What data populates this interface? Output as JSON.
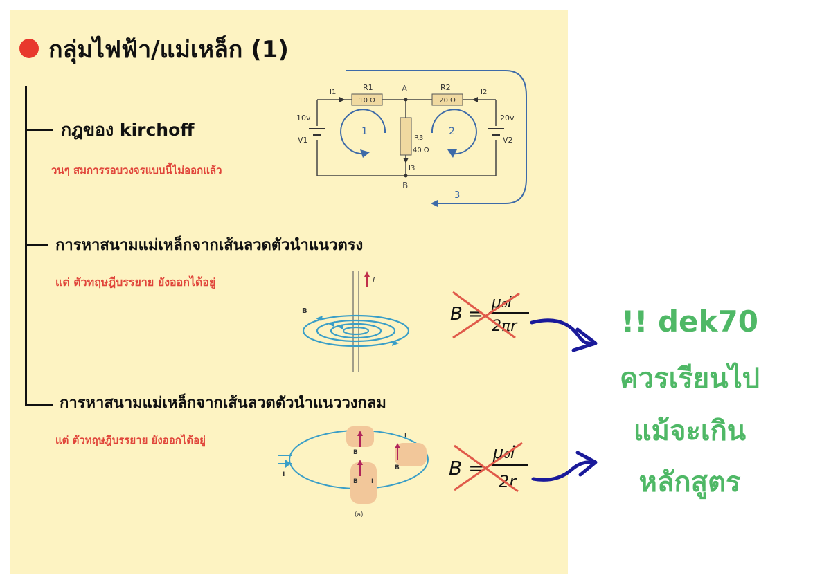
{
  "title": "กลุ่มไฟฟ้า/แม่เหล็ก (1)",
  "sections": [
    {
      "heading": "กฎของ kirchoff",
      "note": "วนๆ สมการรอบวงจรแบบนี้ไม่ออกแล้ว"
    },
    {
      "heading": "การหาสนามแม่เหล็กจากเส้นลวดตัวนำแนวตรง",
      "note": "แต่ ตัวทฤษฎีบรรยาย ยังออกได้อยู่"
    },
    {
      "heading": "การหาสนามแม่เหล็กจากเส้นลวดตัวนำแนววงกลม",
      "note": "แต่ ตัวทฤษฎีบรรยาย ยังออกได้อยู่"
    }
  ],
  "circuit": {
    "r1_label": "R1",
    "r1_value": "10 Ω",
    "r2_label": "R2",
    "r2_value": "20 Ω",
    "r3_label": "R3",
    "r3_value": "40 Ω",
    "v1_value": "10v",
    "v1_label": "V1",
    "v2_value": "20v",
    "v2_label": "V2",
    "i1": "I1",
    "i2": "I2",
    "i3": "I3",
    "node_a": "A",
    "node_b": "B",
    "loop1": "1",
    "loop2": "2",
    "loop3": "3"
  },
  "straight_wire": {
    "current_label": "I",
    "field_label": "B"
  },
  "circular_loop": {
    "field_label": "B",
    "current_label": "I",
    "caption": "(a)"
  },
  "formula_straight": {
    "lhs": "B =",
    "numerator": "μ₀i",
    "denominator": "2πr"
  },
  "formula_circle": {
    "lhs": "B =",
    "numerator": "μ₀i",
    "denominator": "2r"
  },
  "side_note": [
    "!! dek70",
    "ควรเรียนไป",
    "แม้จะเกิน",
    "หลักสูตร"
  ],
  "colors": {
    "panel": "#fdf3c2",
    "note_red": "#e0453a",
    "side_green": "#4fb866",
    "arrow_navy": "#1a1a9a",
    "cross_red": "#e05a4a"
  }
}
